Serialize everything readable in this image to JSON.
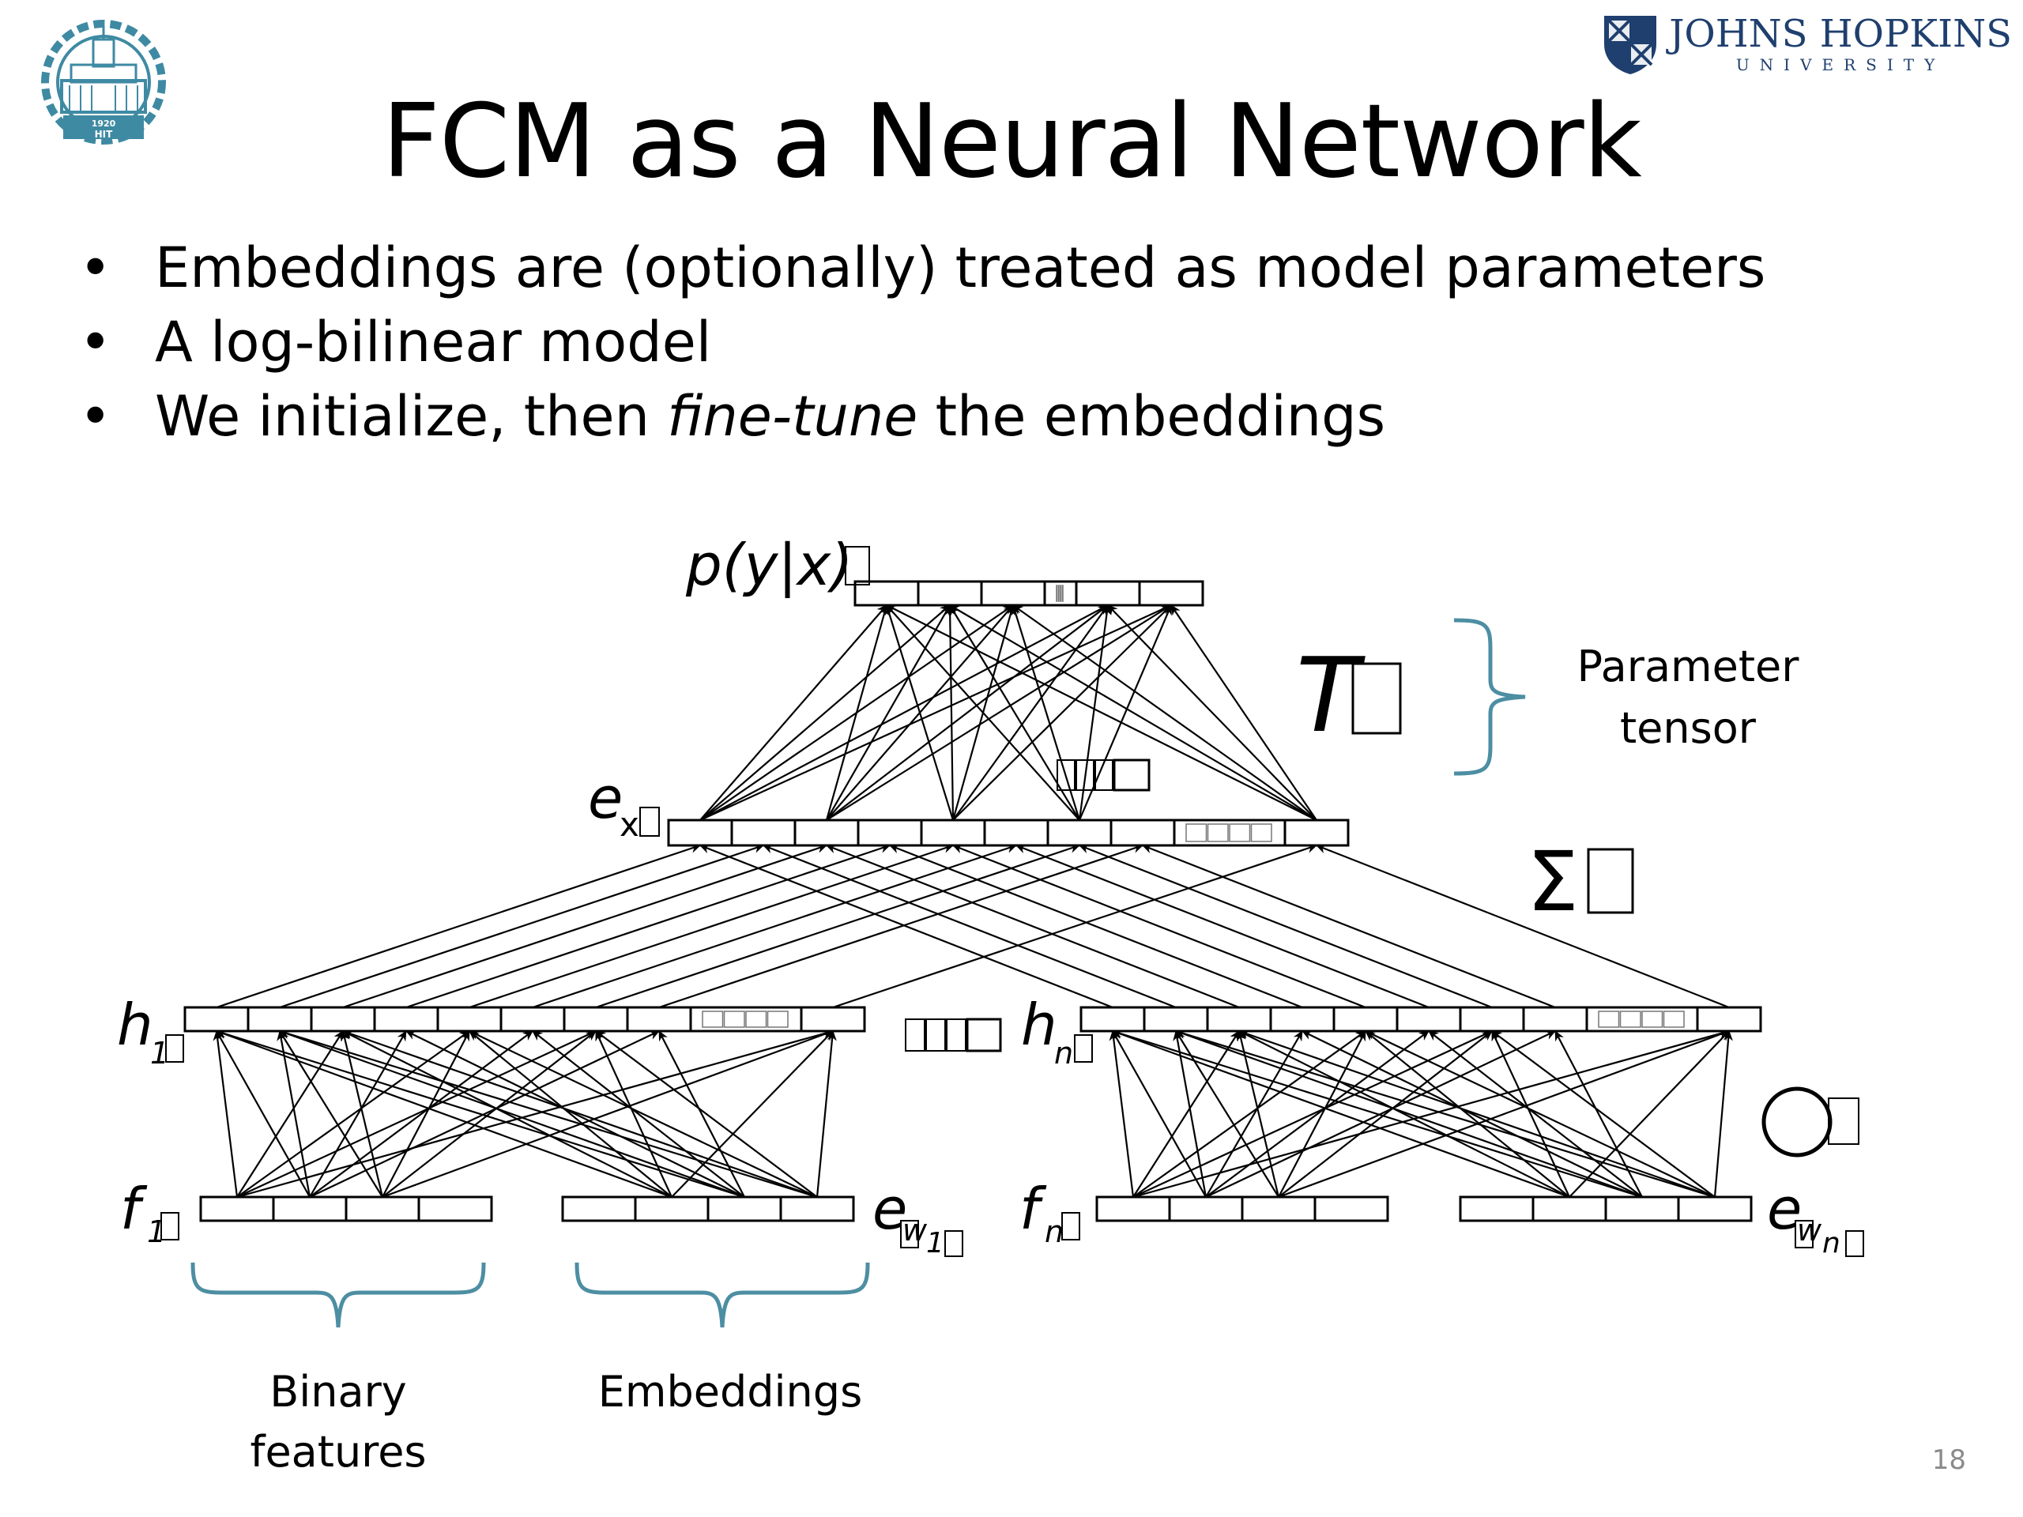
{
  "slide": {
    "title": "FCM as a Neural Network",
    "bullets": [
      {
        "parts": [
          {
            "text": "Embeddings are (optionally) treated as model parameters",
            "italic": false
          }
        ]
      },
      {
        "parts": [
          {
            "text": "A log-bilinear model",
            "italic": false
          }
        ]
      },
      {
        "parts": [
          {
            "text": "We initialize, then ",
            "italic": false
          },
          {
            "text": "fine-tune",
            "italic": true
          },
          {
            "text": " the embeddings",
            "italic": false
          }
        ]
      }
    ],
    "page_number": "18"
  },
  "logos": {
    "left_seal": {
      "text_top": "1920",
      "text_bottom": "HIT"
    },
    "right": {
      "name": "JOHNS HOPKINS",
      "sub": "UNIVERSITY",
      "color": "#1f3f6e"
    }
  },
  "diagram": {
    "labels": {
      "p_y_x": "p(y|x)",
      "T": "T",
      "sum": "Σ",
      "e_x_main": "e",
      "e_x_sub": "x",
      "h1_main": "h",
      "h1_sub": "1",
      "hn_main": "h",
      "hn_sub": "n",
      "f1_main": "f",
      "f1_sub": "1",
      "fn_main": "f",
      "fn_sub": "n",
      "ew1_main": "e",
      "ew1_sub": "w",
      "ew1_subsub": "1",
      "ewn_main": "e",
      "ewn_sub": "w",
      "ewn_subsub": "n"
    },
    "annotations": {
      "parameter_tensor": [
        "Parameter",
        "tensor"
      ],
      "binary_features": [
        "Binary",
        "features"
      ],
      "embeddings": "Embeddings"
    },
    "colors": {
      "bracket": "#4d8ea3",
      "lines": "#000000"
    },
    "icons": [
      "ellipsis-icon",
      "outer-product-icon",
      "missing-glyph-icon"
    ]
  }
}
